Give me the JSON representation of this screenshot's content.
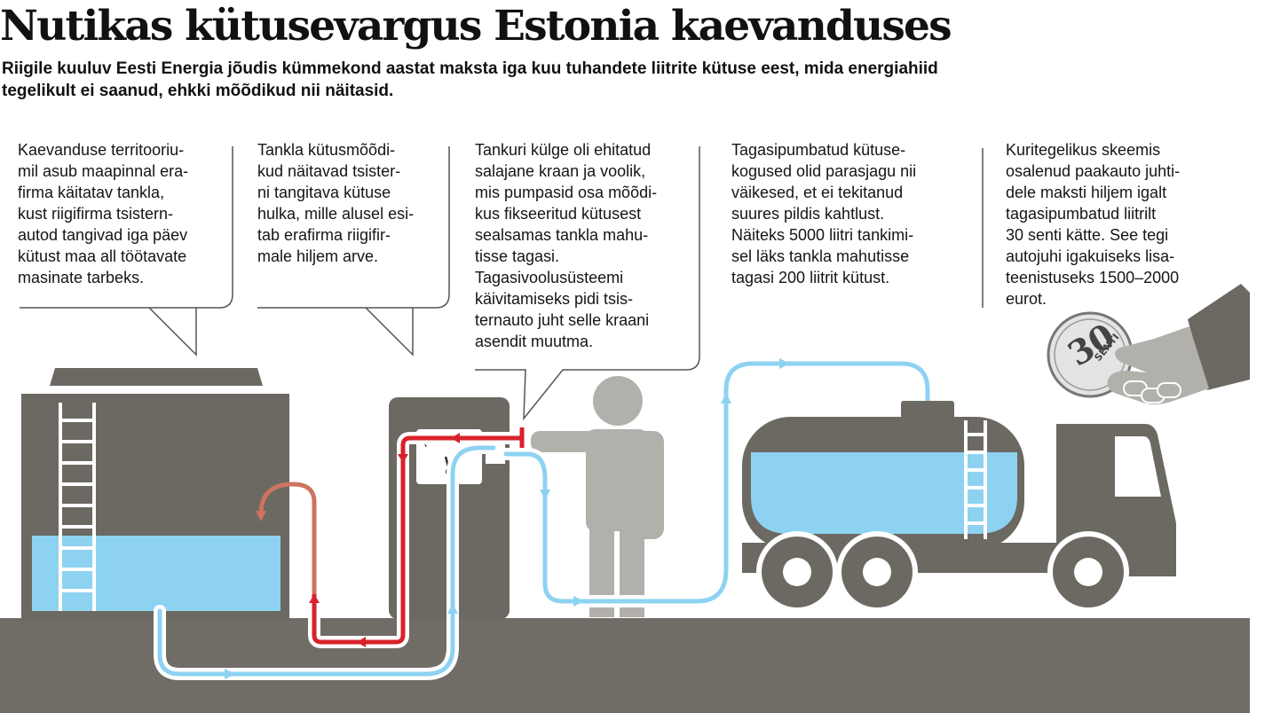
{
  "header": {
    "title": "Nutikas kütusevargus Estonia kaevanduses",
    "subtitle": "Riigile kuuluv Eesti Energia jõudis kümmekond aastat maksta iga kuu tuhandete liitrite kütuse eest, mida energiahiid tegelikult ei saanud, ehkki mõõdikud nii näitasid."
  },
  "callouts": [
    {
      "id": "c1",
      "lines": [
        "Kaevanduse territooriu-",
        "mil asub maapinnal era-",
        "firma käitatav tankla,",
        "kust riigifirma tsistern-",
        "autod tangivad iga päev",
        "kütust maa all töötavate",
        "masinate tarbeks."
      ]
    },
    {
      "id": "c2",
      "lines": [
        "Tankla kütusmõõdi-",
        "kud näitavad tsister-",
        "ni tangitava kütuse",
        "hulka, mille alusel esi-",
        "tab erafirma riigifir-",
        "male hiljem arve."
      ]
    },
    {
      "id": "c3",
      "lines": [
        "Tankuri külge oli ehitatud",
        "salajane kraan ja voolik,",
        "mis pumpasid osa mõõdi-",
        "kus fikseeritud kütusest",
        "sealsamas tankla mahu-",
        "tisse tagasi.",
        "Tagasivoolusüsteemi",
        "käivitamiseks pidi tsis-",
        "ternauto juht selle kraani",
        "asendit muutma."
      ]
    },
    {
      "id": "c4",
      "lines": [
        "Tagasipumbatud kütuse-",
        "kogused olid parasjagu nii",
        "väikesed, et ei tekitanud",
        "suures pildis kahtlust.",
        "Näiteks 5000 liitri tankimi-",
        "sel läks tankla mahutisse",
        "tagasi 200 liitrit kütust."
      ]
    },
    {
      "id": "c5",
      "lines": [
        "Kuritegelikus skeemis",
        "osalenud paakauto juhti-",
        "dele maksti hiljem igalt",
        "tagasipumbatud liitrilt",
        "30 senti kätte. See tegi",
        "autojuhi igakuiseks lisa-",
        "teenistuseks 1500–2000",
        "eurot."
      ]
    }
  ],
  "coin": {
    "value": "30",
    "unit": "SENTI"
  },
  "colors": {
    "ground": "#6f6d66",
    "structure": "#6b6961",
    "fuel": "#8ed2f2",
    "return_flow": "#d8222b",
    "overflow": "#cd7460",
    "person": "#b2b0ab"
  }
}
